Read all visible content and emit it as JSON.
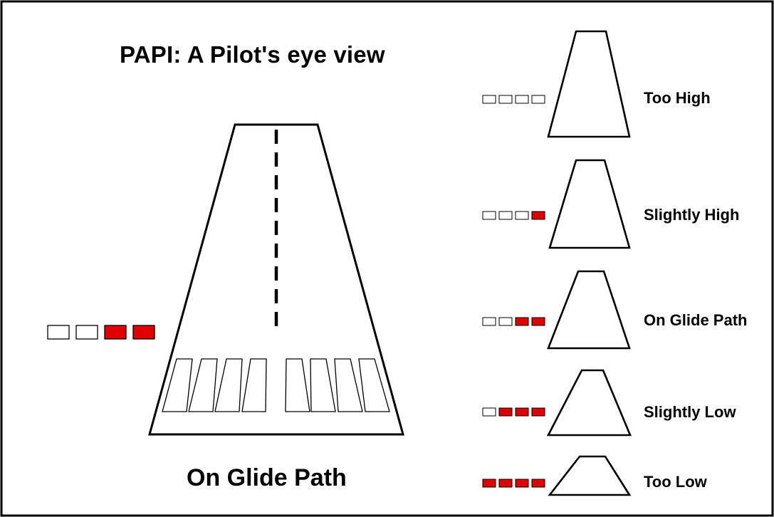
{
  "title": "PAPI: A Pilot's eye view",
  "main_caption": "On Glide Path",
  "colors": {
    "light_red": "#e00000",
    "light_white": "#ffffff",
    "outline": "#000000"
  },
  "main_indicator": {
    "lights": [
      "white",
      "white",
      "red",
      "red"
    ]
  },
  "states": [
    {
      "label": "Too High",
      "lights": [
        "white",
        "white",
        "white",
        "white"
      ]
    },
    {
      "label": "Slightly High",
      "lights": [
        "white",
        "white",
        "white",
        "red"
      ]
    },
    {
      "label": "On Glide Path",
      "lights": [
        "white",
        "white",
        "red",
        "red"
      ]
    },
    {
      "label": "Slightly Low",
      "lights": [
        "white",
        "red",
        "red",
        "red"
      ]
    },
    {
      "label": "Too Low",
      "lights": [
        "red",
        "red",
        "red",
        "red"
      ]
    }
  ]
}
